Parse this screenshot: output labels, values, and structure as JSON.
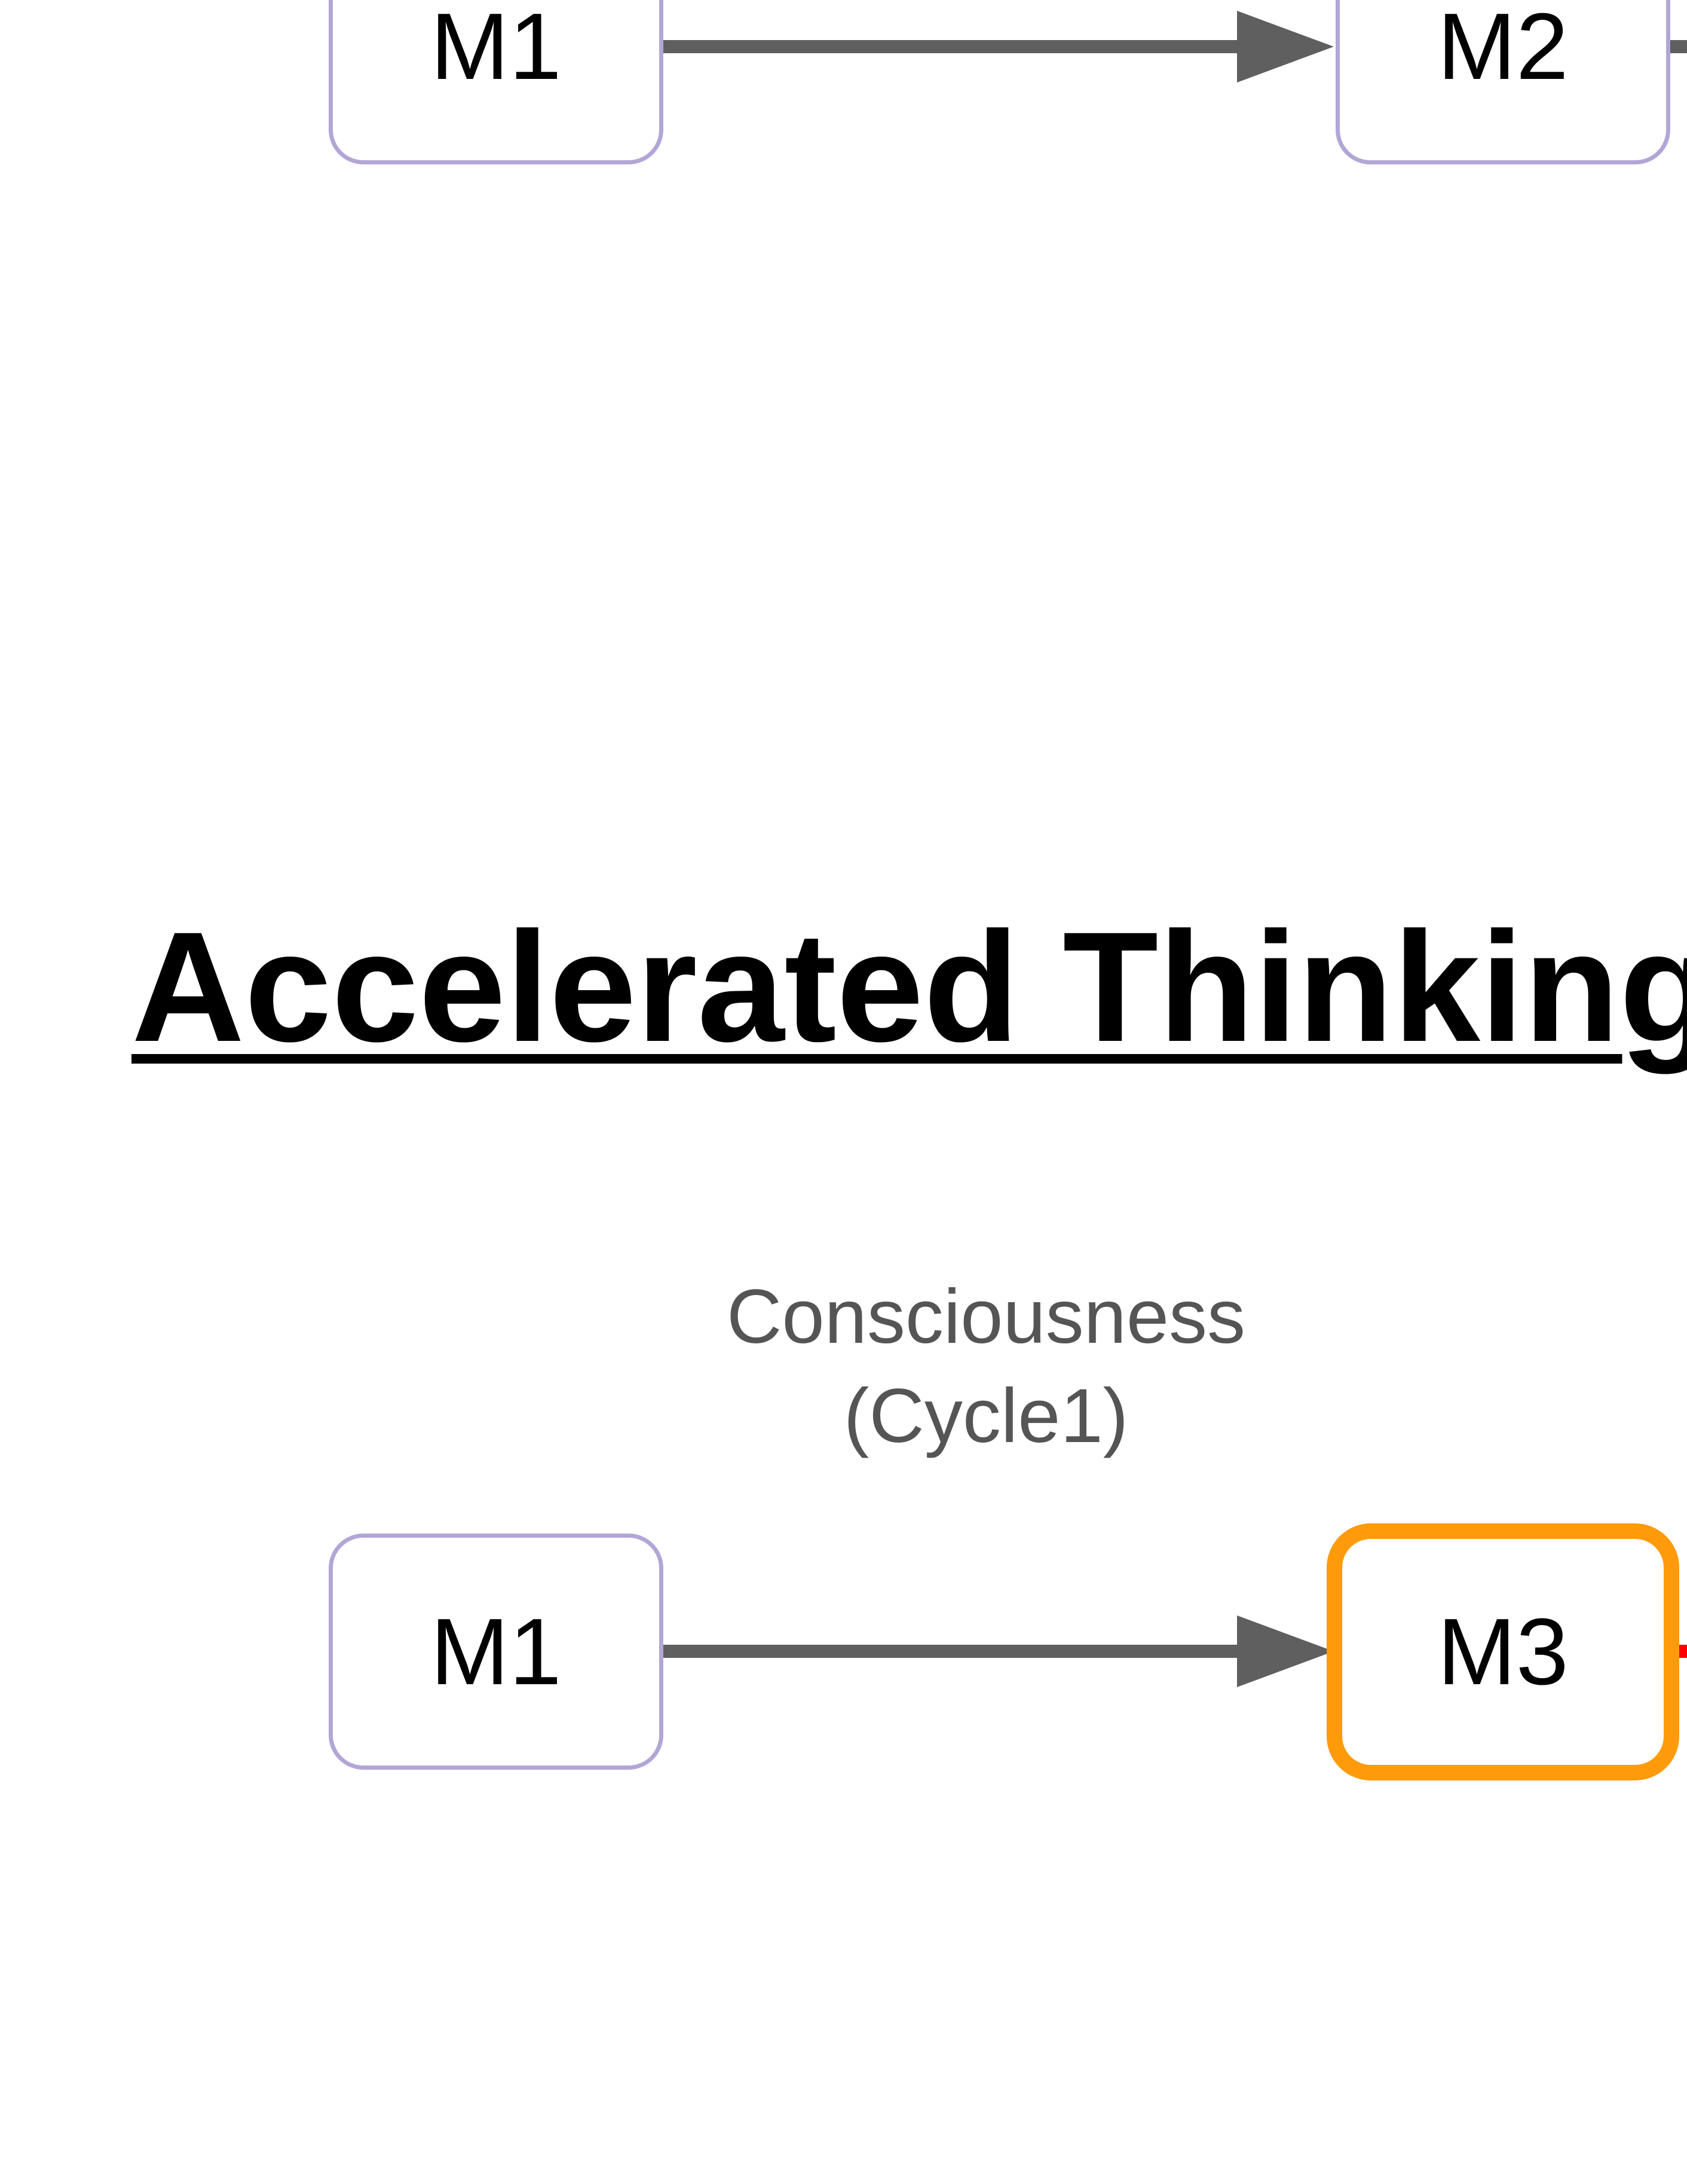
{
  "colors": {
    "node_border": "#b3a6d6",
    "highlight_border": "#ff9a0a",
    "edge": "#5f5f5f",
    "offscreen_edge_red": "#ff0000",
    "label": "#555555"
  },
  "diagram": {
    "title": "Accelerated Thinking",
    "top_row": {
      "source": "M1",
      "target": "M2"
    },
    "bottom_row": {
      "source": "M1",
      "target": "M3",
      "edge_label_line1": "Consciousness",
      "edge_label_line2": "(Cycle1)"
    }
  }
}
